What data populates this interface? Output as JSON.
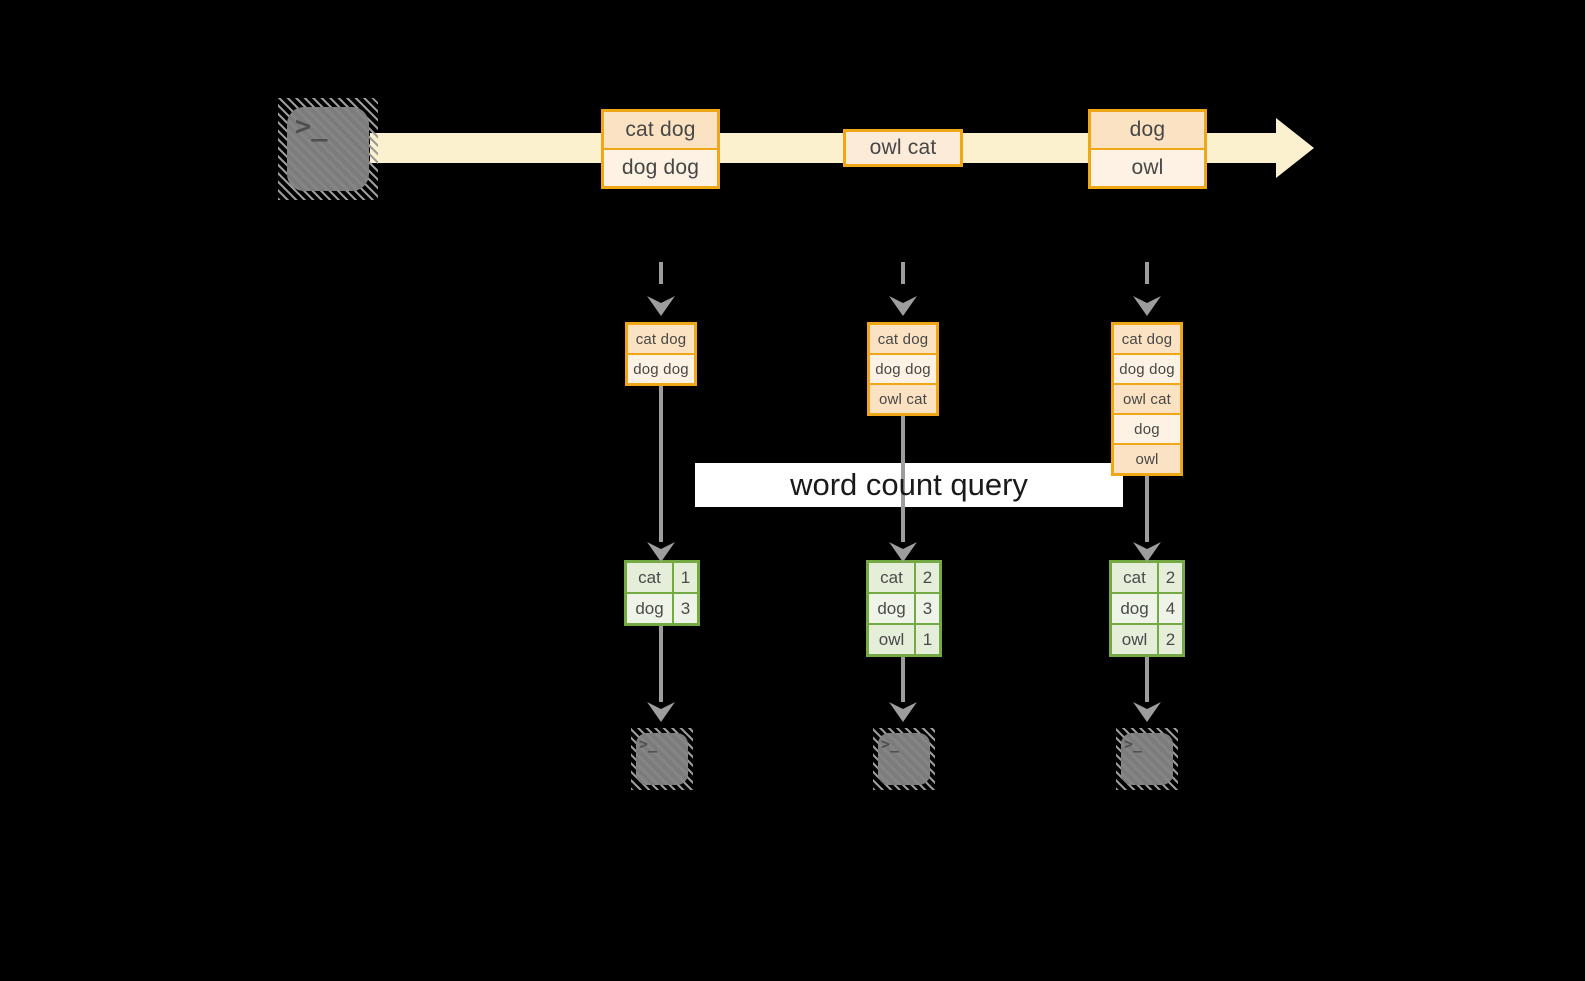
{
  "query_label": "word count query",
  "terminal_glyph": ">_",
  "stream_events": [
    {
      "rows": [
        "cat dog",
        "dog dog"
      ]
    },
    {
      "rows": [
        "owl cat"
      ]
    },
    {
      "rows": [
        "dog",
        "owl"
      ]
    }
  ],
  "columns": [
    {
      "buffer": [
        "cat dog",
        "dog dog"
      ],
      "counts": [
        {
          "word": "cat",
          "count": "1"
        },
        {
          "word": "dog",
          "count": "3"
        }
      ]
    },
    {
      "buffer": [
        "cat dog",
        "dog dog",
        "owl cat"
      ],
      "counts": [
        {
          "word": "cat",
          "count": "2"
        },
        {
          "word": "dog",
          "count": "3"
        },
        {
          "word": "owl",
          "count": "1"
        }
      ]
    },
    {
      "buffer": [
        "cat dog",
        "dog dog",
        "owl cat",
        "dog",
        "owl"
      ],
      "counts": [
        {
          "word": "cat",
          "count": "2"
        },
        {
          "word": "dog",
          "count": "4"
        },
        {
          "word": "owl",
          "count": "2"
        }
      ]
    }
  ],
  "colors": {
    "background": "#000000",
    "stream_band": "#FBF1CE",
    "orange_border": "#F0A717",
    "peach_dark": "#FAE2C2",
    "peach_light": "#FDF2E3",
    "peach_mid": "#FCEBD8",
    "green_border": "#74A943",
    "green_cell_dark": "#E5EED9",
    "green_cell_light": "#EFF4E8",
    "connector_gray": "#9D9D9D",
    "terminal_fill": "#7C7C7C",
    "terminal_glyph": "#4E4E4E",
    "query_bar_bg": "#FFFFFF",
    "query_text": "#1A1A1A",
    "box_text": "#474747"
  }
}
